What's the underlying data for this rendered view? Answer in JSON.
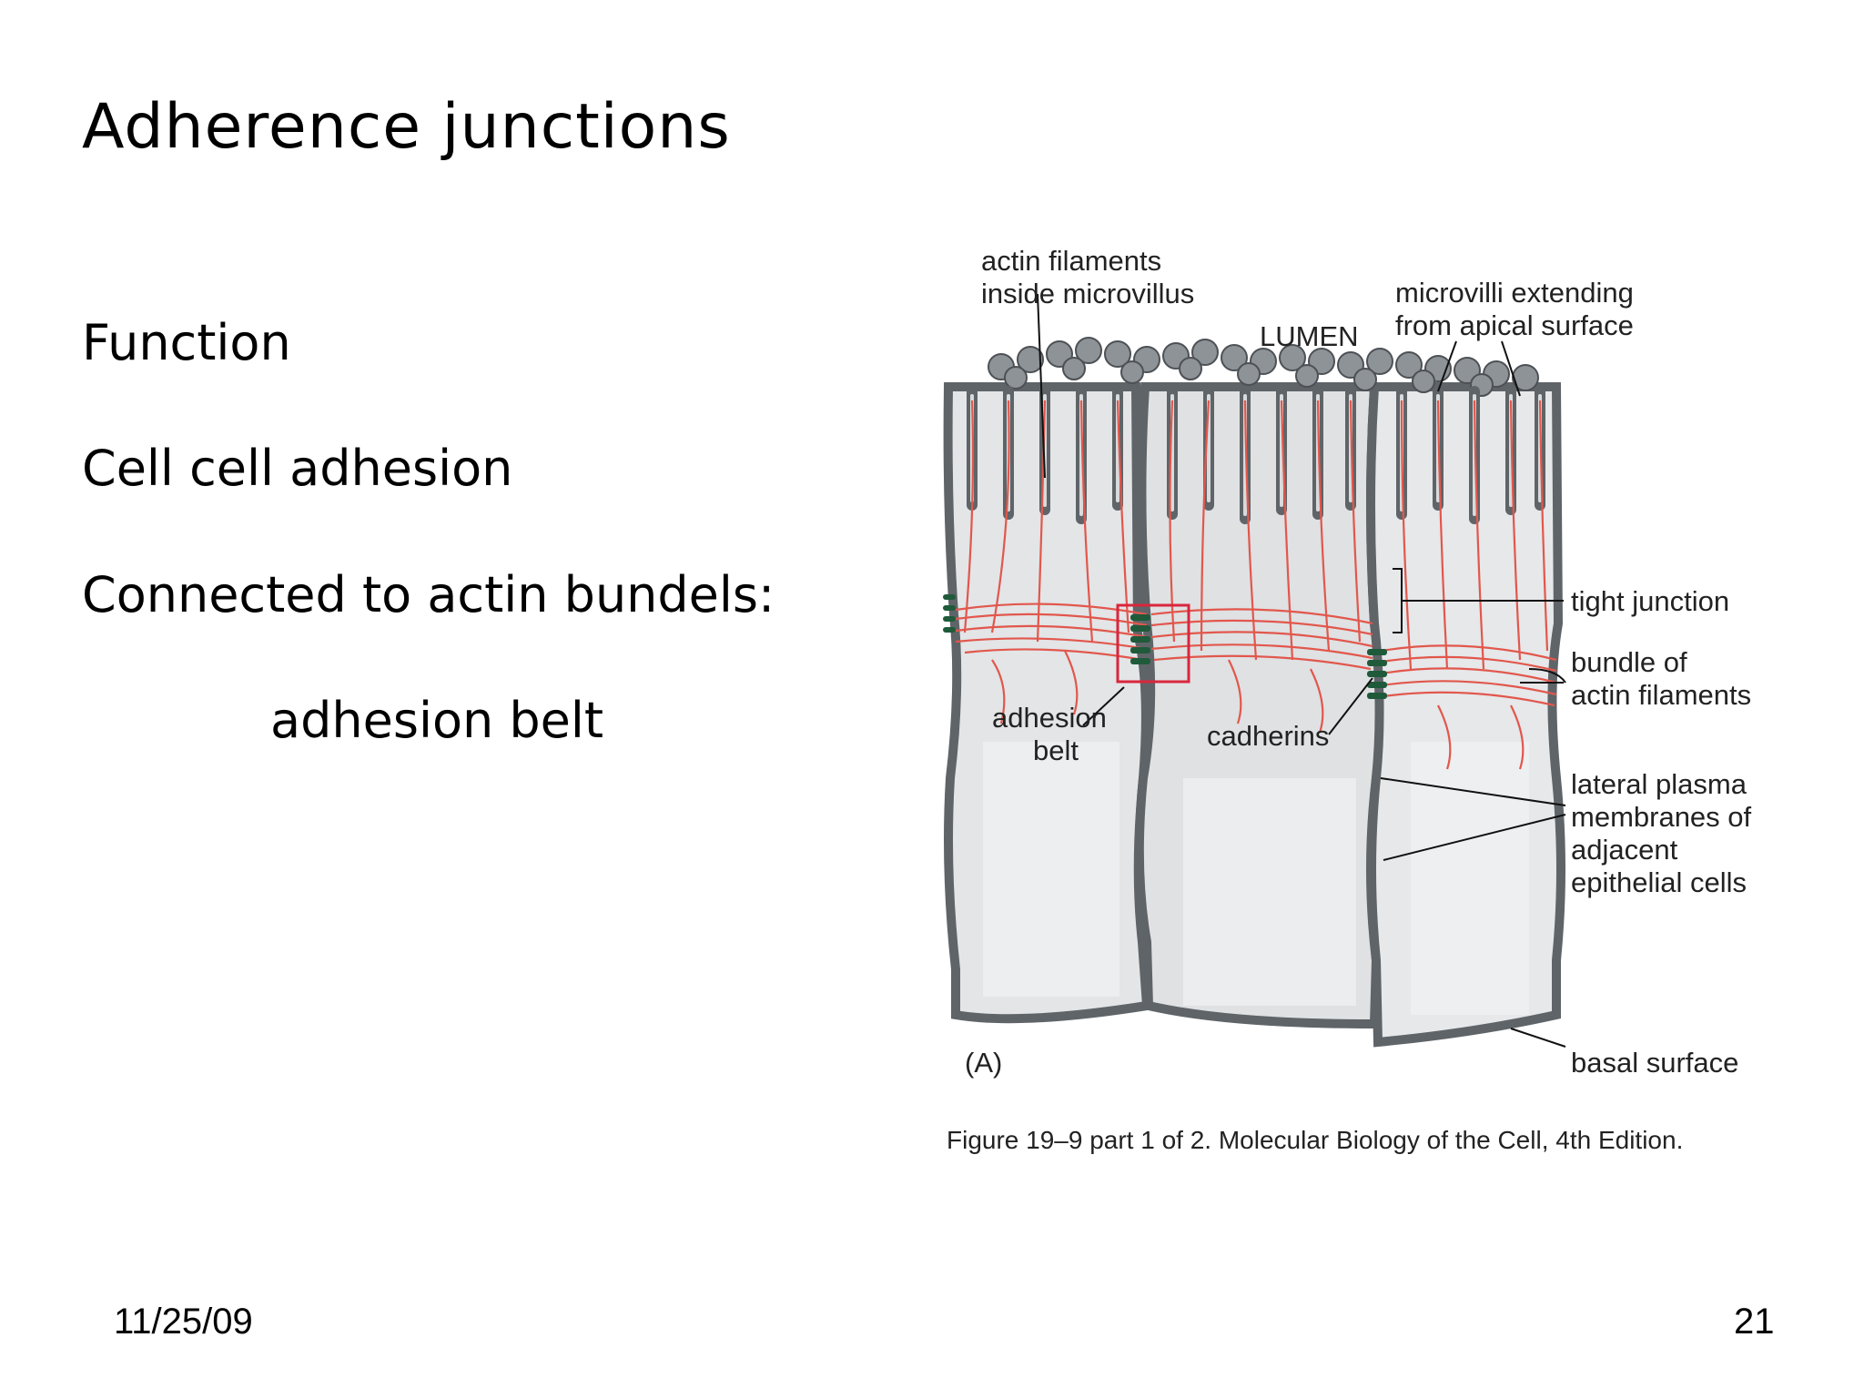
{
  "slide": {
    "title": "Adherence junctions",
    "bullets": {
      "function": "Function",
      "adhesion": "Cell cell adhesion",
      "connected": "Connected to actin bundels:",
      "belt": "adhesion belt"
    },
    "date": "11/25/09",
    "page_number": "21"
  },
  "figure": {
    "labels": {
      "actin_line1": "actin filaments",
      "actin_line2": "inside microvillus",
      "lumen": "LUMEN",
      "microvilli_line1": "microvilli extending",
      "microvilli_line2": "from apical surface",
      "tight_junction": "tight junction",
      "bundle_line1": "bundle of",
      "bundle_line2": "actin filaments",
      "adhesion_line1": "adhesion",
      "adhesion_line2": "belt",
      "cadherins": "cadherins",
      "lateral_line1": "lateral plasma",
      "lateral_line2": "membranes of",
      "lateral_line3": "adjacent",
      "lateral_line4": "epithelial cells",
      "panel": "(A)",
      "basal": "basal surface"
    },
    "caption": "Figure 19–9 part 1 of 2. Molecular Biology of the Cell, 4th Edition.",
    "colors": {
      "membrane": "#5f6468",
      "cell_fill": "#e3e5e7",
      "actin": "#e2574c",
      "cadherin": "#1f5a3a",
      "highlight_box": "#d9263d"
    }
  }
}
